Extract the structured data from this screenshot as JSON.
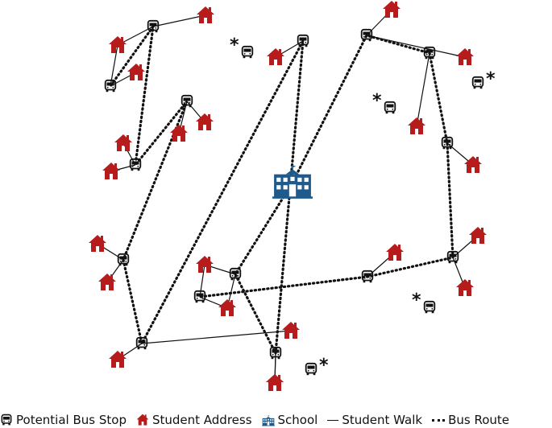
{
  "colors": {
    "house": "#b71c1c",
    "school": "#1e5a8c",
    "stop": "#111111",
    "route": "#111111"
  },
  "icons": {
    "stop": "bus-icon",
    "house": "house-icon",
    "school": "school-building-icon",
    "unused_marker": "asterisk"
  },
  "legend": {
    "stop": "Potential Bus Stop",
    "house": "Student Address",
    "school": "School",
    "walk": "Student Walk",
    "route": "Bus Route"
  },
  "school": {
    "id": "SC"
  },
  "stops": [
    {
      "id": "S1",
      "used": true
    },
    {
      "id": "S2",
      "used": true
    },
    {
      "id": "S3",
      "used": true
    },
    {
      "id": "S4",
      "used": true
    },
    {
      "id": "S5",
      "used": true
    },
    {
      "id": "S6",
      "used": true
    },
    {
      "id": "S7",
      "used": true
    },
    {
      "id": "S8",
      "used": true
    },
    {
      "id": "S9",
      "used": true
    },
    {
      "id": "S10",
      "used": true
    },
    {
      "id": "S11",
      "used": true
    },
    {
      "id": "S12",
      "used": true
    },
    {
      "id": "S13",
      "used": true
    },
    {
      "id": "S14",
      "used": true
    },
    {
      "id": "S15",
      "used": true
    },
    {
      "id": "U1",
      "used": false
    },
    {
      "id": "U2",
      "used": false
    },
    {
      "id": "U3",
      "used": false
    },
    {
      "id": "U4",
      "used": false
    },
    {
      "id": "U5",
      "used": false
    },
    {
      "id": "U6",
      "used": false
    }
  ],
  "houses": [
    "H1",
    "H2",
    "H3",
    "H4",
    "H5",
    "H6",
    "H7",
    "H8",
    "H9",
    "H10",
    "H11",
    "H12",
    "H13",
    "H14",
    "H15",
    "H16",
    "H17",
    "H18",
    "H19",
    "H20",
    "H21",
    "H22",
    "H23"
  ],
  "walks": [
    [
      "H1",
      "S1"
    ],
    [
      "H2",
      "S1"
    ],
    [
      "H3",
      "S2"
    ],
    [
      "H2",
      "S2"
    ],
    [
      "H4",
      "S3"
    ],
    [
      "H5",
      "S3"
    ],
    [
      "H6",
      "S4"
    ],
    [
      "H7",
      "S4"
    ],
    [
      "H8",
      "S5"
    ],
    [
      "H9",
      "S5"
    ],
    [
      "H10",
      "S6"
    ],
    [
      "H11",
      "S6"
    ],
    [
      "H12",
      "S7"
    ],
    [
      "H13",
      "S7"
    ],
    [
      "H14",
      "S8"
    ],
    [
      "H15",
      "S8"
    ],
    [
      "H16",
      "S9"
    ],
    [
      "H17",
      "S10"
    ],
    [
      "H18",
      "S10"
    ],
    [
      "H19",
      "S11"
    ],
    [
      "H20",
      "S12"
    ],
    [
      "H21",
      "S13"
    ],
    [
      "H22",
      "S13"
    ],
    [
      "H23",
      "S14"
    ],
    [
      "H12",
      "S15"
    ],
    [
      "H13",
      "S15"
    ]
  ],
  "routes": [
    [
      "SC",
      "S7",
      "S8",
      "S9",
      "S6",
      "S5",
      "S3",
      "S4",
      "S1",
      "S2"
    ],
    [
      "SC",
      "S10",
      "S11",
      "S12",
      "S13",
      "S14",
      "S15"
    ]
  ],
  "unused_symbol": "*"
}
